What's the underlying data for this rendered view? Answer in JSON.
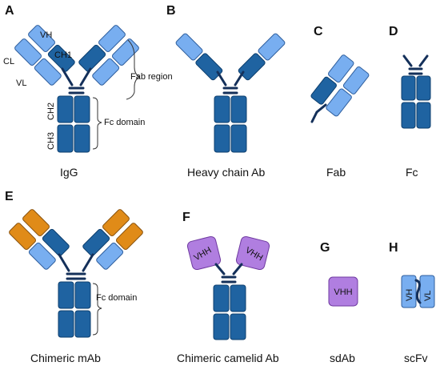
{
  "panels": {
    "A": "A",
    "B": "B",
    "C": "C",
    "D": "D",
    "E": "E",
    "F": "F",
    "G": "G",
    "H": "H"
  },
  "captions": {
    "igg": "IgG",
    "heavy_chain": "Heavy chain Ab",
    "fab": "Fab",
    "fc": "Fc",
    "chimeric_mab": "Chimeric mAb",
    "chimeric_camelid": "Chimeric camelid Ab",
    "sdab": "sdAb",
    "scfv": "scFv"
  },
  "domain_labels": {
    "vh": "VH",
    "cl": "CL",
    "ch1": "CH1",
    "vl": "VL",
    "ch2": "CH2",
    "ch3": "CH3",
    "fab_region": "Fab region",
    "fc_domain_a": "Fc domain",
    "fc_domain_e": "Fc domain",
    "vhh_left": "VHH",
    "vhh_right": "VHH",
    "vhh_single": "VHH",
    "scfv_vh": "VH",
    "scfv_vl": "VL"
  },
  "colors": {
    "heavy": "#1f63a1",
    "light": "#78aef0",
    "chimeric_variable": "#e08b18",
    "vhh": "#b07ee0",
    "hinge": "#14305a"
  }
}
